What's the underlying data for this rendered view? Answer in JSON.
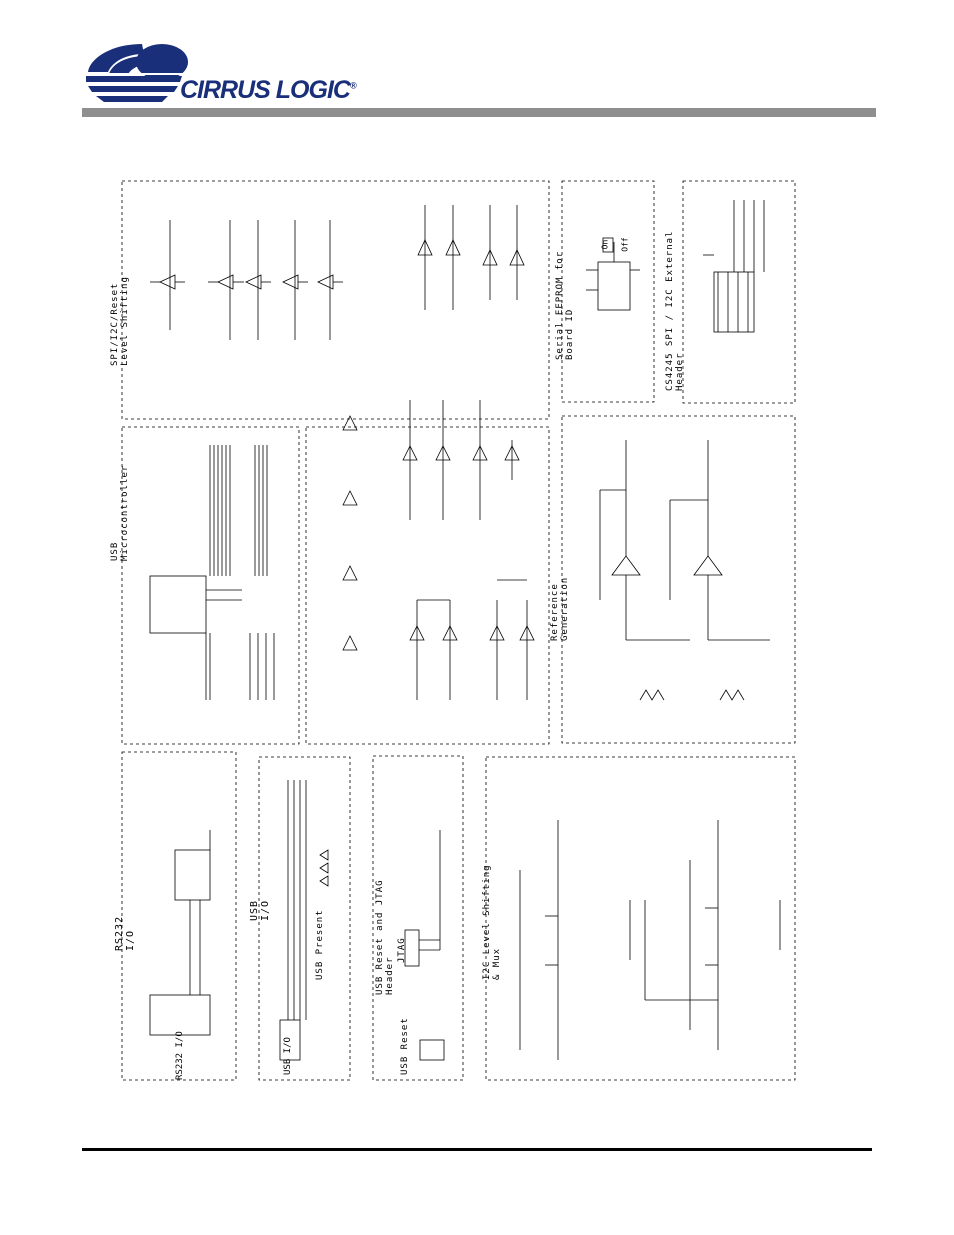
{
  "brand": {
    "name": "CIRRUS LOGIC",
    "registered": "®",
    "color": "#1a2f7a",
    "bar_color": "#8f8f8f"
  },
  "sections": {
    "rs232_io": "RS232 I/O",
    "rs232_io_connector": "RS232 I/O",
    "usb_io": "USB I/O",
    "usb_io_connector": "USB I/O",
    "usb_present": "USB Present",
    "usb_reset_jtag": "USB Reset and JTAG Header",
    "usb_reset": "USB Reset",
    "jtag": "JTAG",
    "i2c_level_shift": "I2C Level Shifting & Mux",
    "usb_micro": "USB Microcontroller",
    "reference_gen": "Reference Generation",
    "spi_level_shift": "SPI/I2C/Reset Level Shifting",
    "serial_eeprom": "Serial EEPROM for Board ID",
    "cs4245_header": "CS4245 SPI / I2C External Header"
  },
  "eeprom": {
    "on": "On",
    "off": "Off"
  }
}
